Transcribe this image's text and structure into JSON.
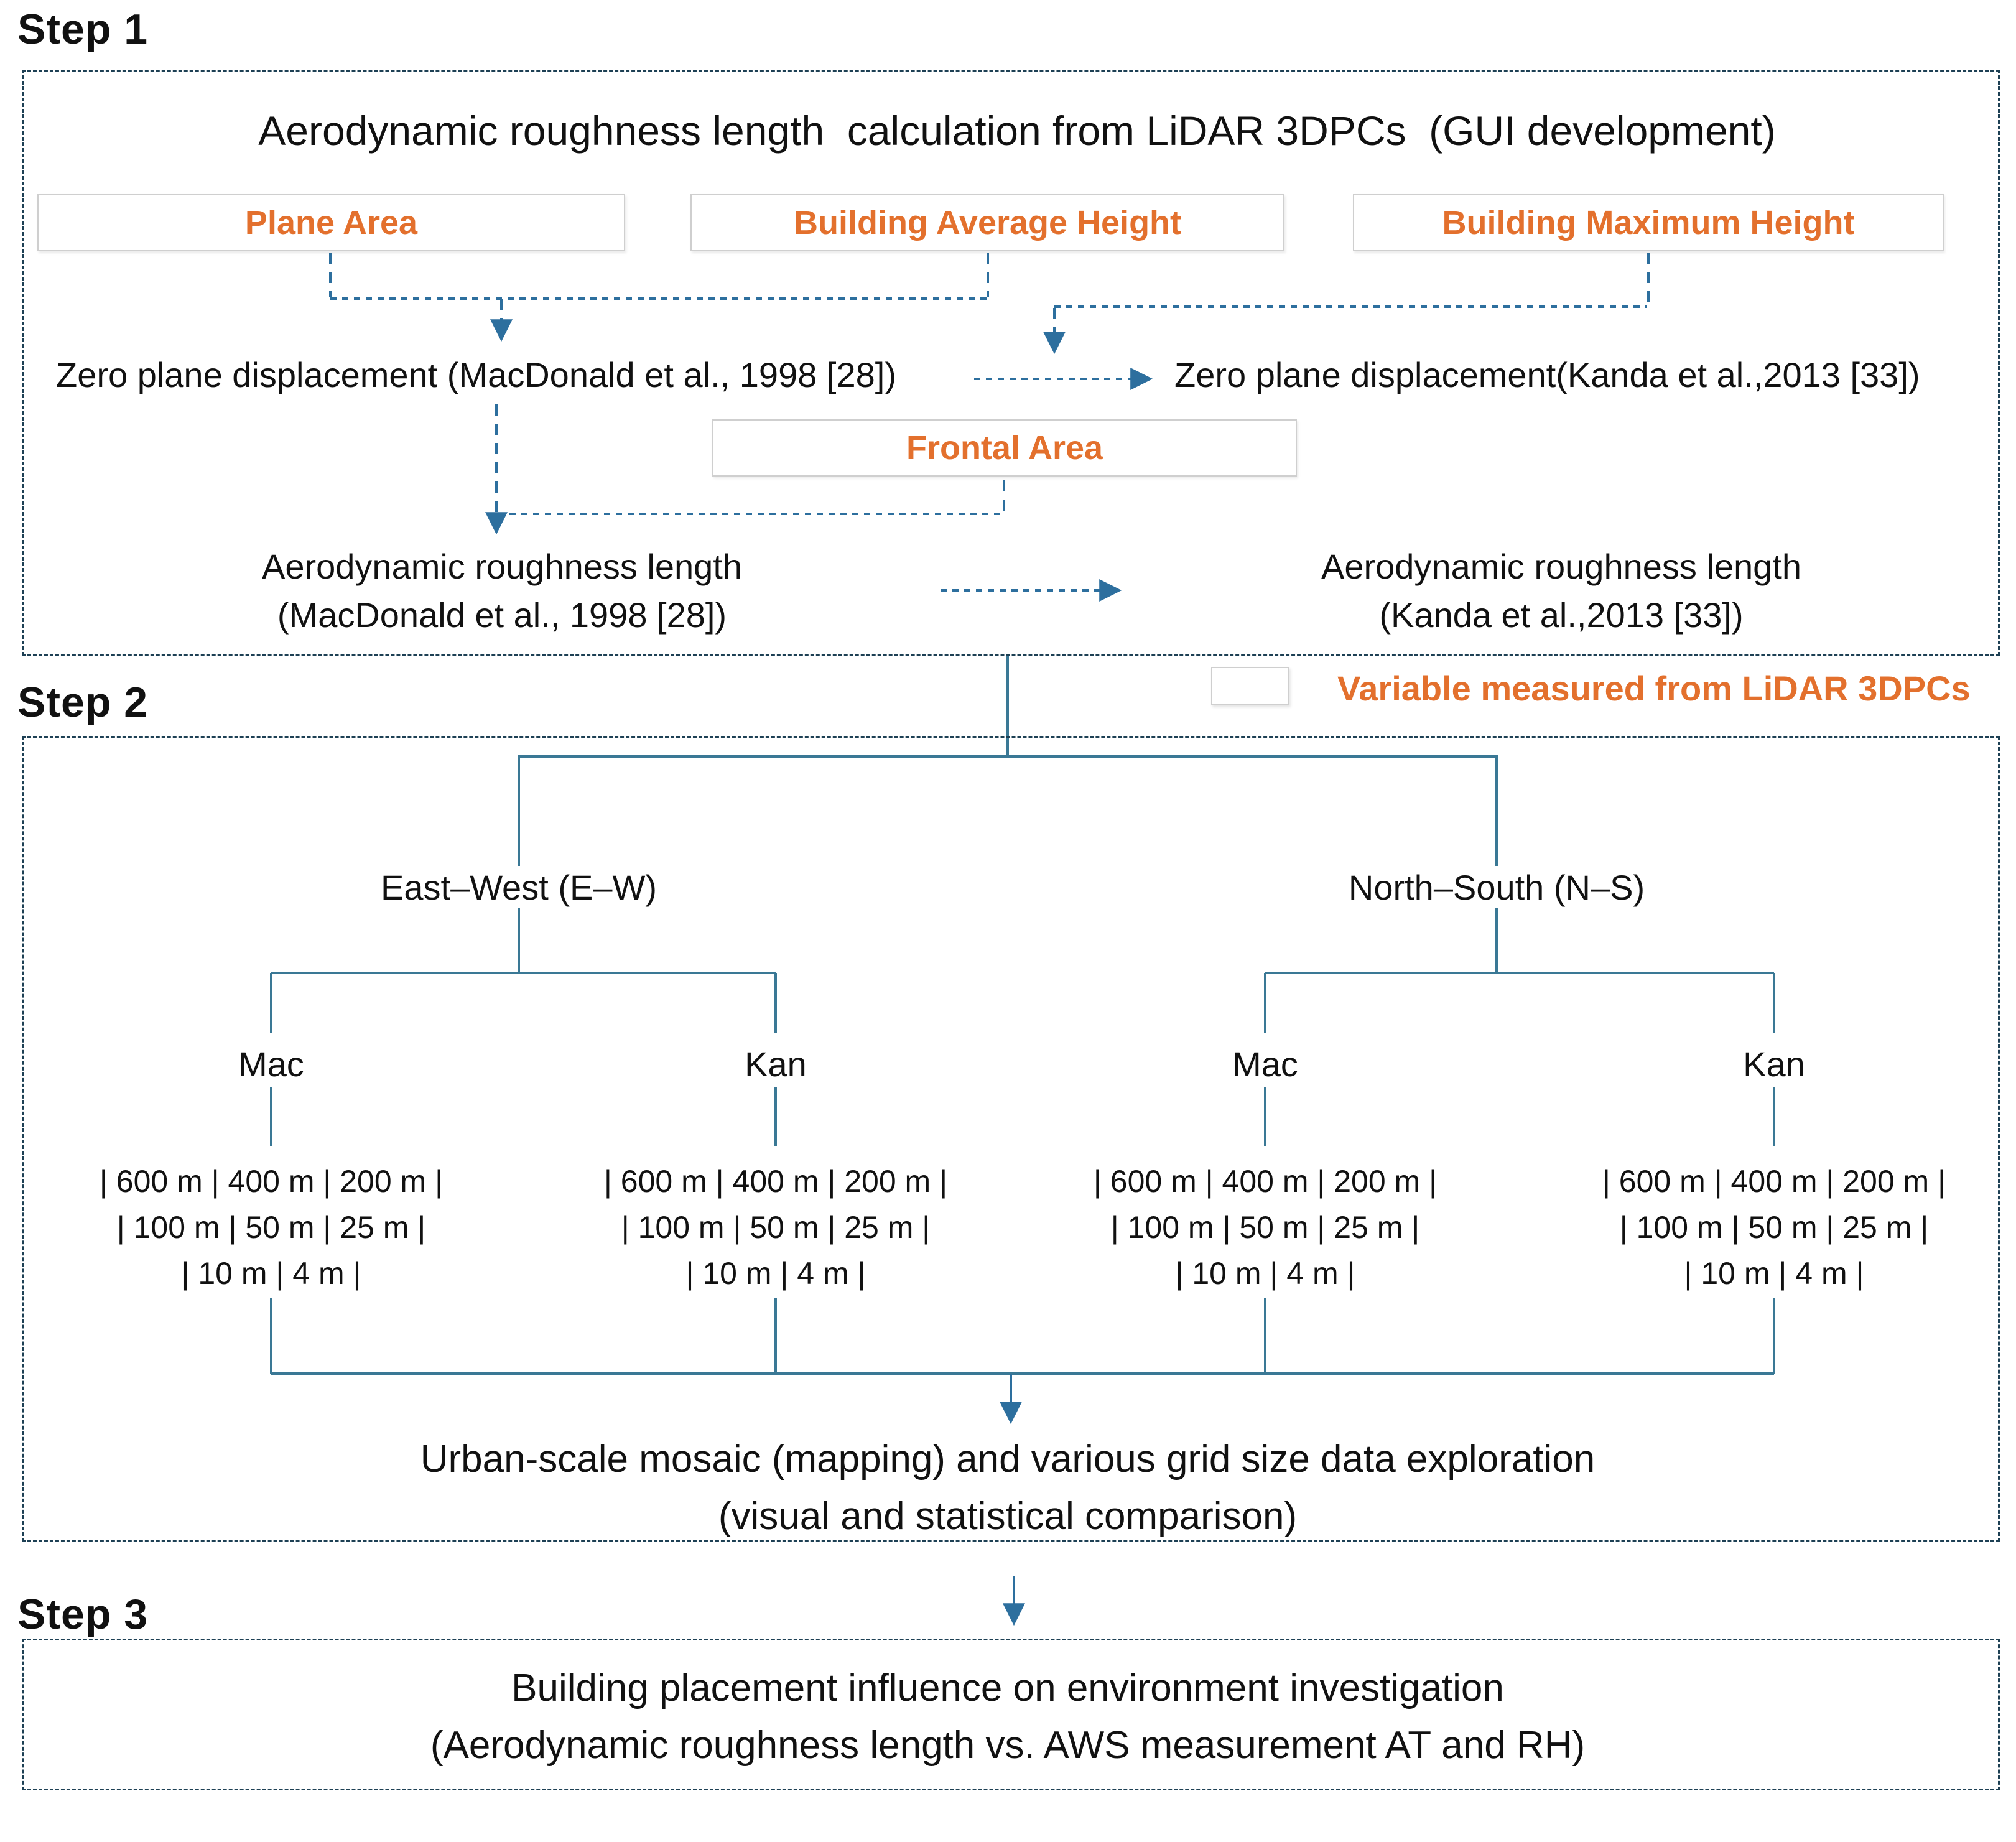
{
  "step1": {
    "label": "Step 1",
    "title": "Aerodynamic roughness length  calculation from LiDAR 3DPCs  (GUI development)",
    "variables": [
      "Plane Area",
      "Building Average Height",
      "Building Maximum Height"
    ],
    "frontal_area": "Frontal Area",
    "zpd_macdonald": "Zero plane displacement (MacDonald et al., 1998 [28])",
    "zpd_kanda": "Zero plane displacement(Kanda et al.,2013 [33])",
    "arl_macdonald": {
      "line1": "Aerodynamic roughness length",
      "line2": "(MacDonald et al., 1998 [28])"
    },
    "arl_kanda": {
      "line1": "Aerodynamic roughness length",
      "line2": "(Kanda et al.,2013 [33])"
    }
  },
  "legend": {
    "label": "Variable measured from LiDAR 3DPCs"
  },
  "step2": {
    "label": "Step 2",
    "branches": [
      {
        "label": "East–West (E–W)",
        "methods": [
          "Mac",
          "Kan"
        ]
      },
      {
        "label": "North–South (N–S)",
        "methods": [
          "Mac",
          "Kan"
        ]
      }
    ],
    "grid_lines": [
      "| 600 m | 400 m | 200 m |",
      "| 100 m | 50 m | 25 m |",
      "| 10 m | 4 m |"
    ],
    "outcome": {
      "line1": "Urban-scale mosaic (mapping) and various grid size data exploration",
      "line2": "(visual and statistical comparison)"
    }
  },
  "step3": {
    "label": "Step 3",
    "line1": "Building placement influence on environment investigation",
    "line2": "(Aerodynamic roughness length vs. AWS measurement AT and RH)"
  },
  "colors": {
    "accent_orange": "#e3702d",
    "connector_blue": "#2d6f9e",
    "tree_line": "#3a7895",
    "box_border_gray": "#cfcfcf",
    "step_border": "#1d4054",
    "text": "#111111"
  }
}
